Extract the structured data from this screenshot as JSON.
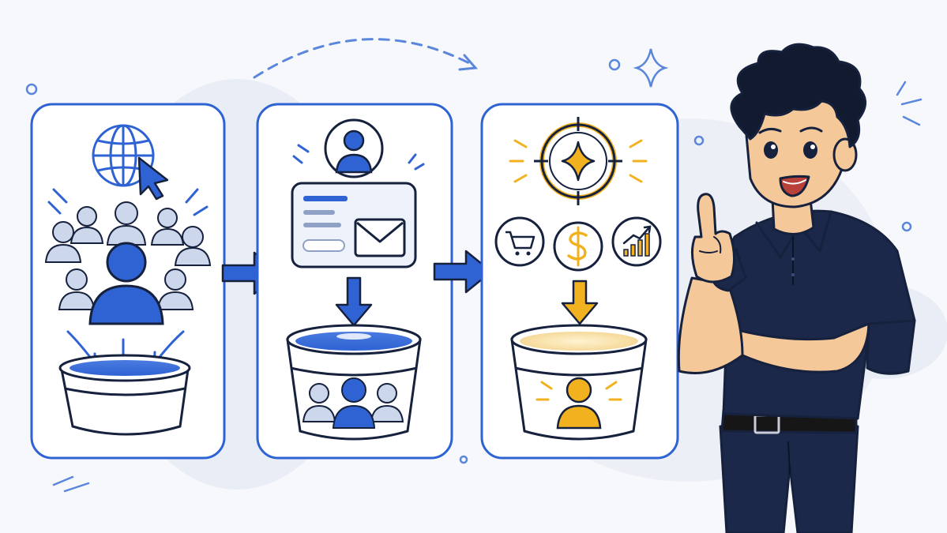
{
  "colors": {
    "background": "#f7f8fb",
    "blob": "#e8ecf6",
    "blue": "#2f63d3",
    "blue_light": "#c9d6f3",
    "gold": "#f2b21f",
    "gold_light": "#fbe6b6",
    "ink": "#16213d",
    "navy_shirt": "#1b2849",
    "skin": "#f5c89a",
    "white": "#ffffff"
  },
  "stages": [
    {
      "id": "traffic",
      "icons": [
        "globe-icon",
        "cursor-icon",
        "crowd-icon",
        "person-icon",
        "bucket-icon"
      ],
      "accent": "blue"
    },
    {
      "id": "leads",
      "icons": [
        "avatar-icon",
        "form-card-icon",
        "envelope-icon",
        "arrow-down-icon",
        "bucket-icon"
      ],
      "accent": "blue"
    },
    {
      "id": "customers",
      "icons": [
        "target-icon",
        "star-icon",
        "cart-icon",
        "dollar-icon",
        "growth-chart-icon",
        "arrow-down-icon",
        "bucket-icon"
      ],
      "accent": "gold"
    }
  ],
  "connectors": [
    "arrow-right-icon",
    "arrow-right-icon",
    "dashed-curve-arrow"
  ],
  "character": {
    "pose": "pointing-up",
    "shirt": "navy-polo"
  }
}
